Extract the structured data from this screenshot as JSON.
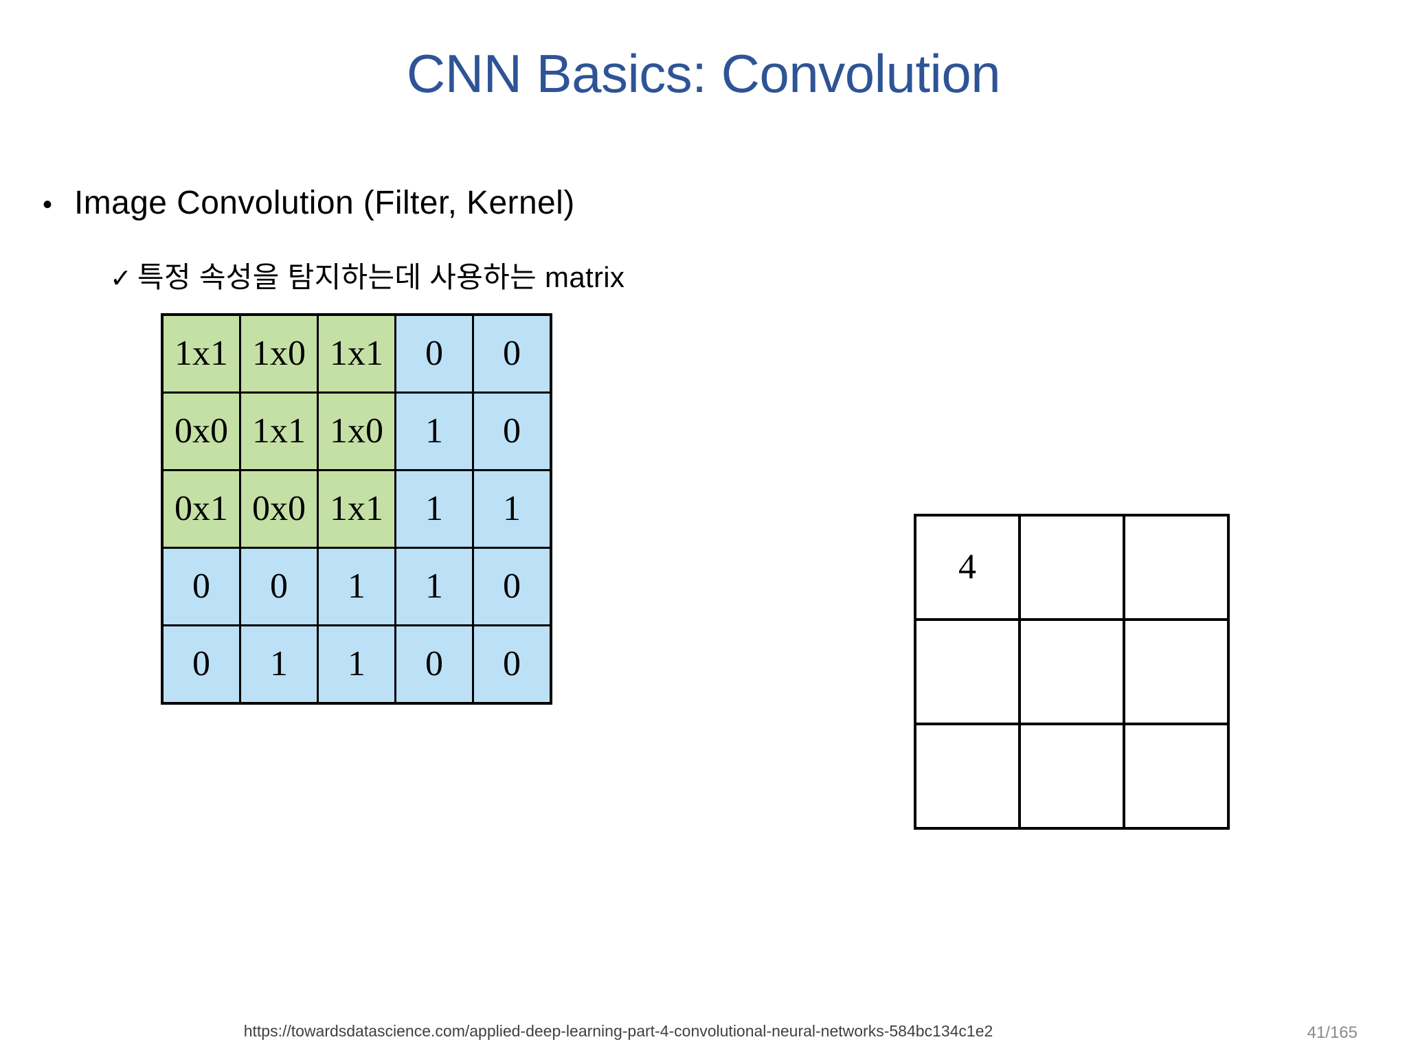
{
  "slide": {
    "title": "CNN Basics: Convolution",
    "title_color": "#2E5496"
  },
  "bullets": {
    "level1": {
      "marker": "•",
      "text": "Image Convolution (Filter, Kernel)"
    },
    "level2": {
      "marker": "✓",
      "text": "특정 속성을 탐지하는데 사용하는 matrix"
    }
  },
  "input_matrix": {
    "label": "input-feature-map",
    "kernel_color": "#C5E0A5",
    "background_color": "#BCE0F5",
    "rows": [
      [
        {
          "value": "1x1",
          "highlight": true
        },
        {
          "value": "1x0",
          "highlight": true
        },
        {
          "value": "1x1",
          "highlight": true
        },
        {
          "value": "0",
          "highlight": false
        },
        {
          "value": "0",
          "highlight": false
        }
      ],
      [
        {
          "value": "0x0",
          "highlight": true
        },
        {
          "value": "1x1",
          "highlight": true
        },
        {
          "value": "1x0",
          "highlight": true
        },
        {
          "value": "1",
          "highlight": false
        },
        {
          "value": "0",
          "highlight": false
        }
      ],
      [
        {
          "value": "0x1",
          "highlight": true
        },
        {
          "value": "0x0",
          "highlight": true
        },
        {
          "value": "1x1",
          "highlight": true
        },
        {
          "value": "1",
          "highlight": false
        },
        {
          "value": "1",
          "highlight": false
        }
      ],
      [
        {
          "value": "0",
          "highlight": false
        },
        {
          "value": "0",
          "highlight": false
        },
        {
          "value": "1",
          "highlight": false
        },
        {
          "value": "1",
          "highlight": false
        },
        {
          "value": "0",
          "highlight": false
        }
      ],
      [
        {
          "value": "0",
          "highlight": false
        },
        {
          "value": "1",
          "highlight": false
        },
        {
          "value": "1",
          "highlight": false
        },
        {
          "value": "0",
          "highlight": false
        },
        {
          "value": "0",
          "highlight": false
        }
      ]
    ]
  },
  "output_matrix": {
    "label": "convolved-feature-map",
    "highlight_color": "#FCB2A8",
    "rows": [
      [
        {
          "value": "4",
          "highlight": true
        },
        {
          "value": "",
          "highlight": false
        },
        {
          "value": "",
          "highlight": false
        }
      ],
      [
        {
          "value": "",
          "highlight": false
        },
        {
          "value": "",
          "highlight": false
        },
        {
          "value": "",
          "highlight": false
        }
      ],
      [
        {
          "value": "",
          "highlight": false
        },
        {
          "value": "",
          "highlight": false
        },
        {
          "value": "",
          "highlight": false
        }
      ]
    ]
  },
  "footer": {
    "source": "https://towardsdatascience.com/applied-deep-learning-part-4-convolutional-neural-networks-584bc134c1e2",
    "page": "41/165"
  }
}
